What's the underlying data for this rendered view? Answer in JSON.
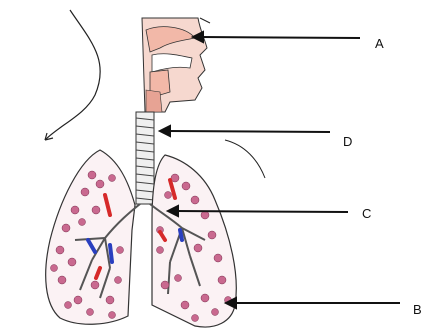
{
  "diagram": {
    "labels": [
      {
        "id": "A",
        "text": "A"
      },
      {
        "id": "D",
        "text": "D"
      },
      {
        "id": "C",
        "text": "C"
      },
      {
        "id": "B",
        "text": "B"
      }
    ]
  },
  "colors": {
    "line": "#333333",
    "nasal_cavity": "#f2b8a8",
    "alveoli": "#c9698f",
    "artery": "#d62a2a",
    "vein": "#2a3fbf"
  }
}
